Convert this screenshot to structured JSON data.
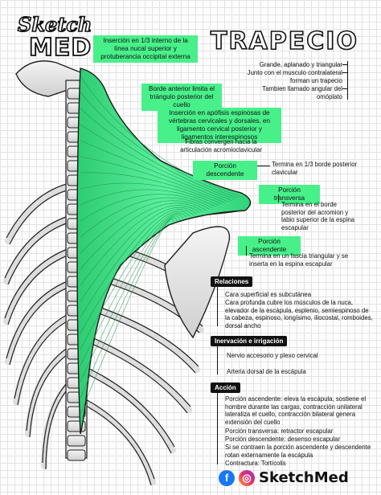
{
  "logo": {
    "line1": "Sketch",
    "line2": "MED"
  },
  "title": "TRAPECIO",
  "labels": {
    "insercion_sup": "Inserción en 1/3 interno de la línea nucal superior y protuberancia occipital externa",
    "borde_anterior": "Borde anterior limita el triángulo posterior del cuello",
    "insercion_apofisis": "Inserción en apófisis espinosas de vértebras cervicales y dorsales, en ligamento cervical posterior y ligamentos interespinosos",
    "fibras": "Fibras convergen hacia la articulación acromioclavicular",
    "porcion_desc": "Porción descendente",
    "porcion_desc_note": "Termina en 1/3 borde posterior clavicular",
    "porcion_trans": "Porción transversa",
    "porcion_trans_note": "Termina en el borde posterior del acromion y labio superior de la espina escapular",
    "porcion_asc": "Porción ascendente",
    "porcion_asc_note": "Termina en un fascia triangular y se inserta en la espina escapular"
  },
  "desc": [
    "Grande, aplanado y triangular",
    "Junto con el musculo contralateral forman un trapecio",
    "Tambien llamado angular del omóplato"
  ],
  "relaciones": {
    "header": "Relaciones",
    "items": [
      "Cara superficial es subcutánea",
      "Cara profunda cubre los músculos de la nuca, elevador de la escápula, esplenio, semiespinoso de la cabeza, espinoso, longísimo, iliocostal, romboides, dorsal ancho"
    ]
  },
  "inervacion": {
    "header": "Inervación e irrigación",
    "items": [
      "Nervio accesorio y plexo cervical",
      "Arteria dorsal de la escápula"
    ]
  },
  "accion": {
    "header": "Acción",
    "items": [
      "Porción ascendente: eleva la escápula, sostiene el hombre durante las cargas, contracción unilateral lateraliza el cuello, contracción bilateral genera extensión del cuello",
      "Porción transversa: retractor escapular",
      "Porción descendente: desenso escapular",
      "Si se contraen la porción ascendente y descendente rotan externamente la escápula",
      "Contractura: Tortícolis"
    ]
  },
  "social": {
    "brand": "SketchMed",
    "fb": "f",
    "ig": "◎"
  },
  "colors": {
    "muscle": "#3fe187",
    "label_bg": "#48f08a",
    "header": "#111111"
  }
}
